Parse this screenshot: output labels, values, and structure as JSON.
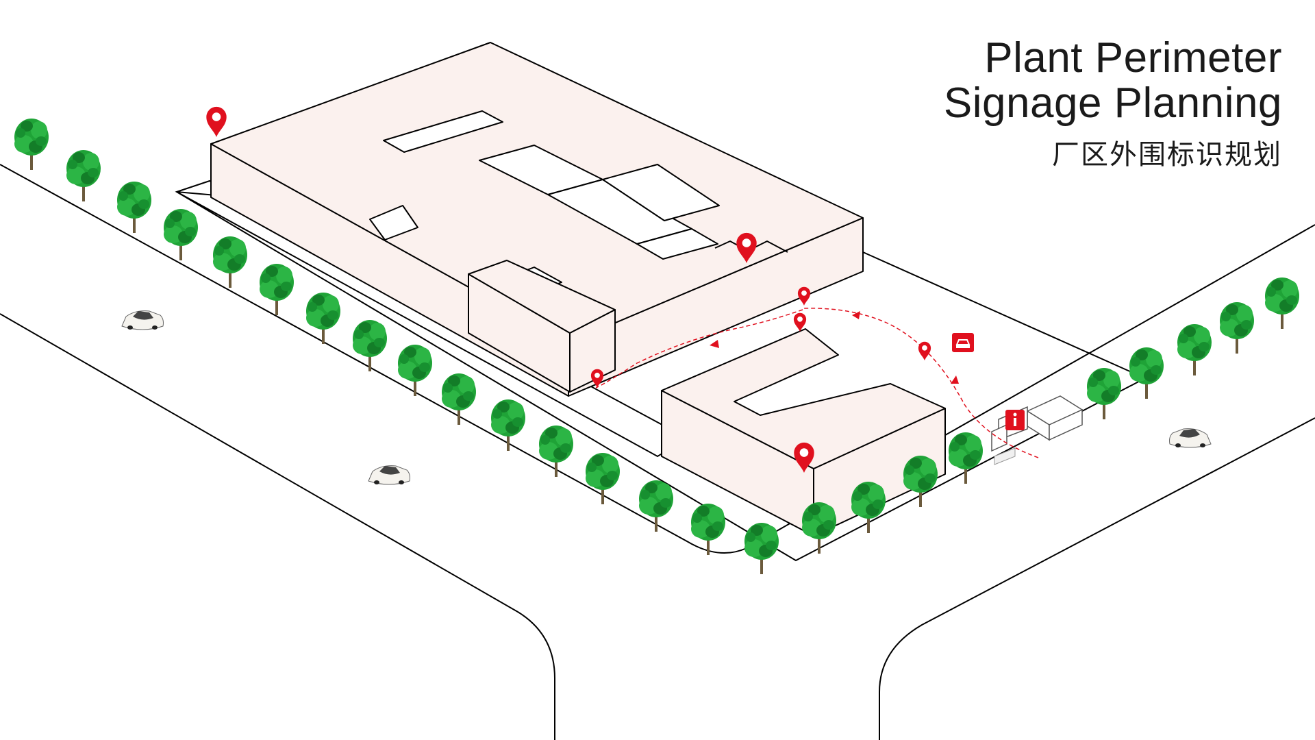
{
  "title": {
    "line1": "Plant Perimeter",
    "line2": "Signage Planning",
    "cn": "厂区外围标识规划"
  },
  "colors": {
    "building_fill": "#fbf1ee",
    "outline": "#000000",
    "accent_red": "#e0101e",
    "tree_green": "#1fa337",
    "tree_dark": "#137d28"
  },
  "icons": {
    "location": "map-pin-icon",
    "parking": "car-sign-icon",
    "info": "info-sign-icon"
  }
}
